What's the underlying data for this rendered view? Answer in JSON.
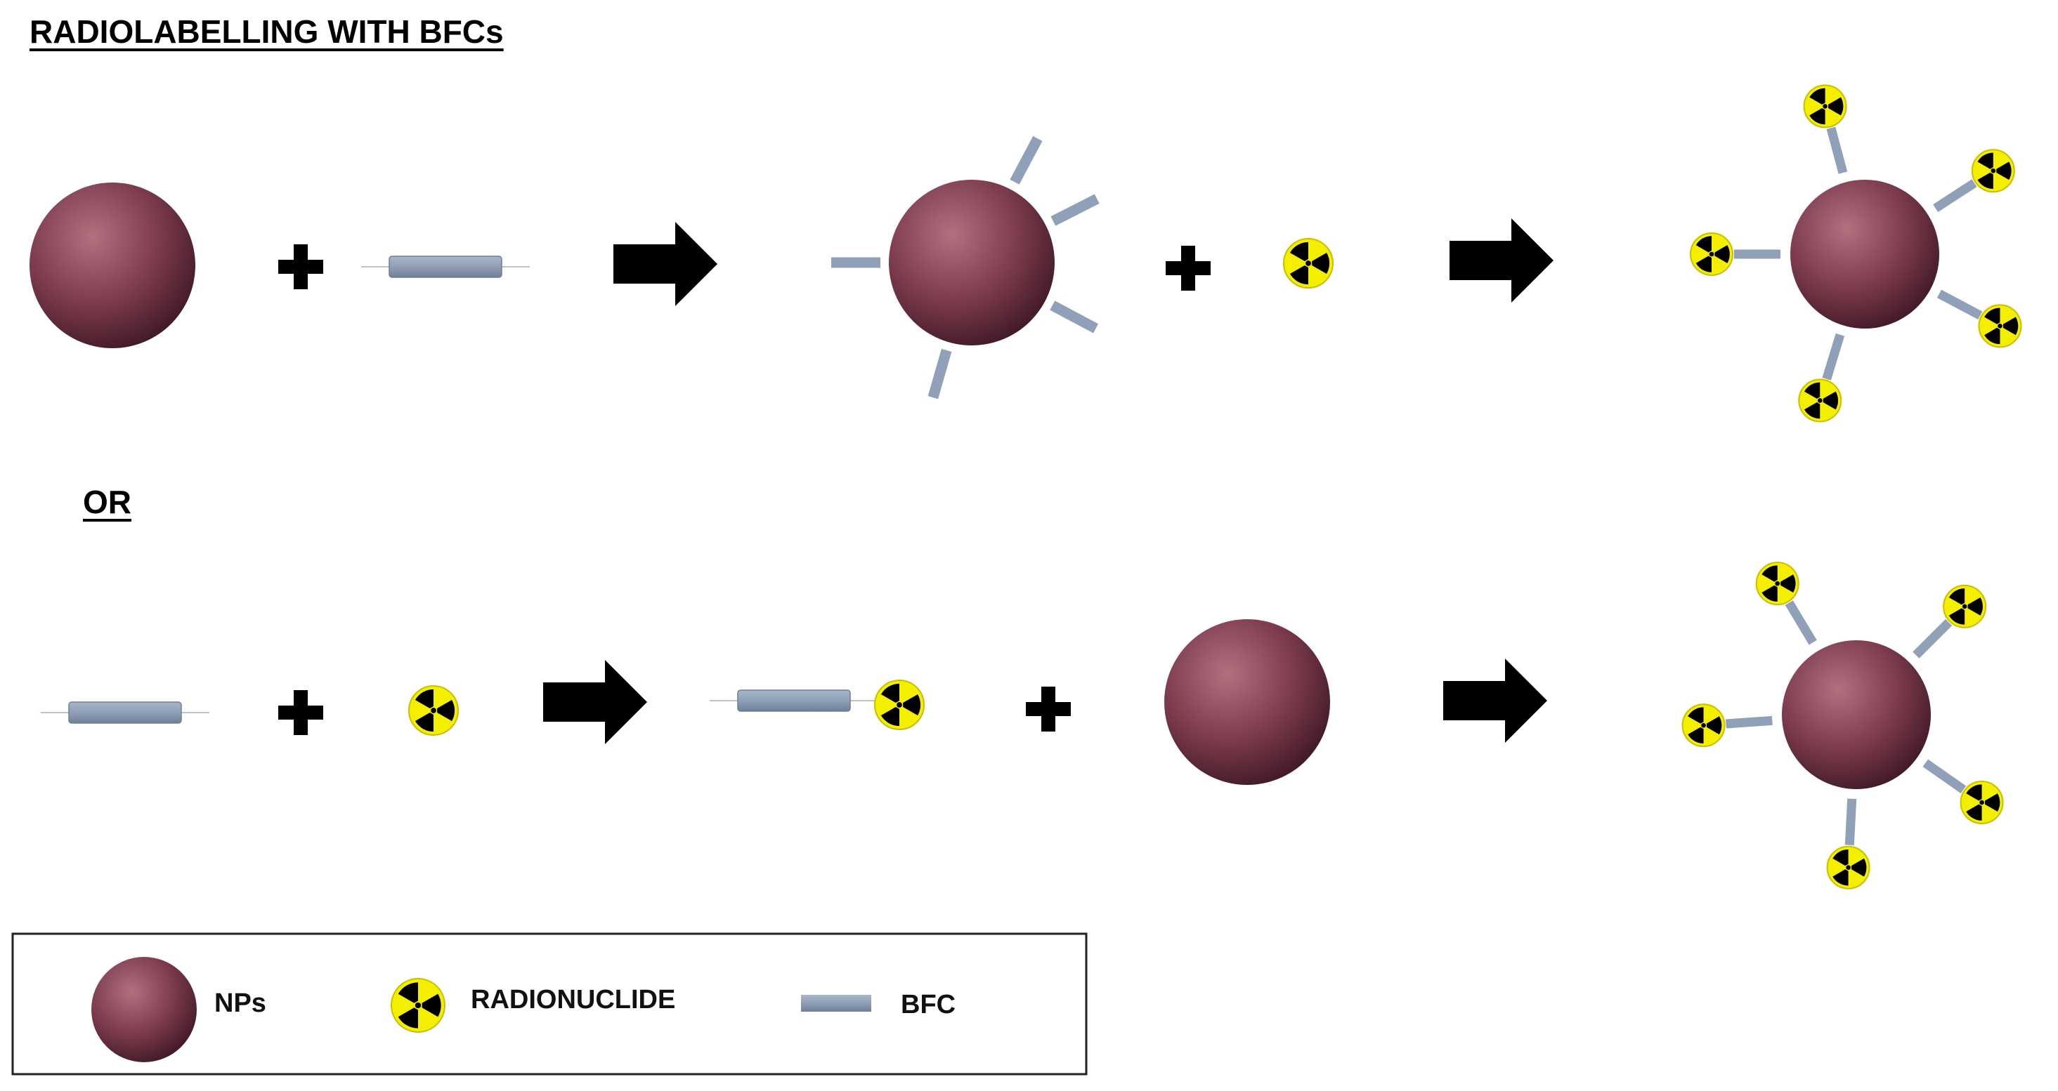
{
  "title": "RADIOLABELLING WITH BFCs",
  "separator": "OR",
  "legend": {
    "np_label": "NPs",
    "radionuclide_label": "RADIONUCLIDE",
    "bfc_label": "BFC"
  },
  "colors": {
    "nanoparticle": "#7a3a4c",
    "bfc": "#8fa0b8",
    "radionuclide_fill": "#f4ee00",
    "arrow": "#000000"
  }
}
